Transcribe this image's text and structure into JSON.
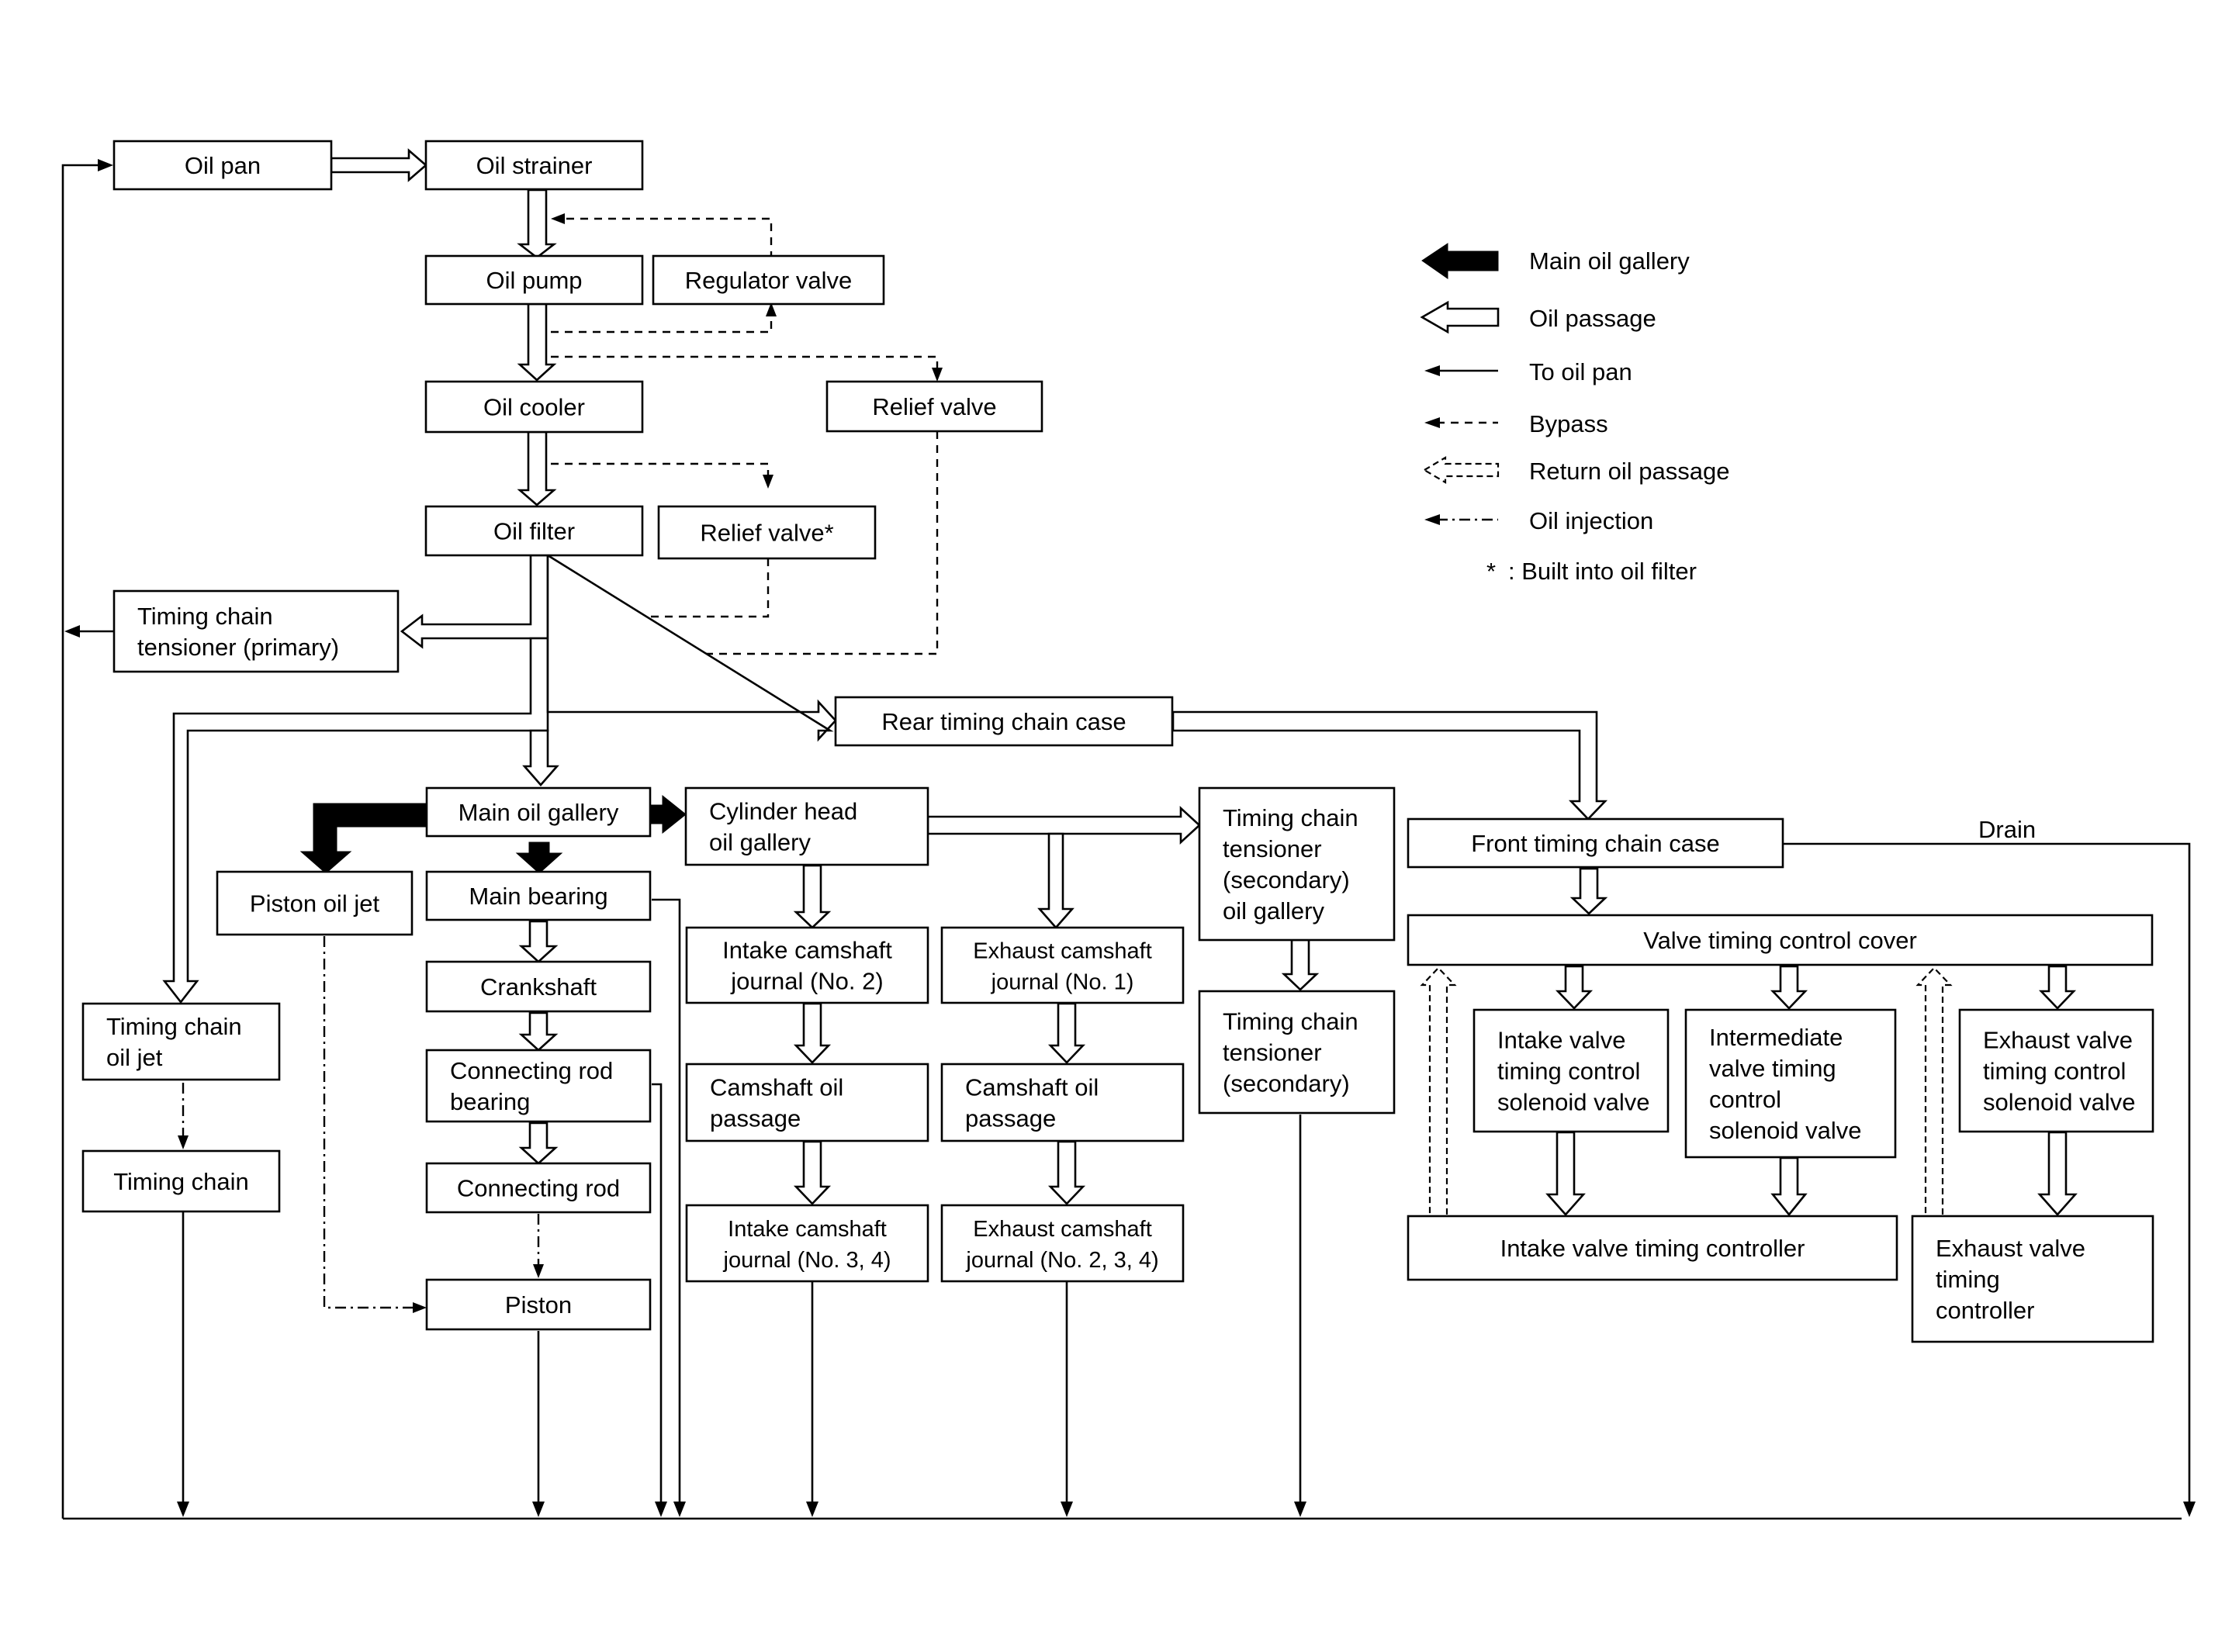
{
  "boxes": {
    "oil_pan": [
      "Oil pan"
    ],
    "oil_strainer": [
      "Oil strainer"
    ],
    "oil_pump": [
      "Oil pump"
    ],
    "regulator_valve": [
      "Regulator valve"
    ],
    "oil_cooler": [
      "Oil cooler"
    ],
    "relief_valve": [
      "Relief valve"
    ],
    "oil_filter": [
      "Oil filter"
    ],
    "relief_valve_star": [
      "Relief valve*"
    ],
    "tensioner_primary": [
      "Timing chain",
      "tensioner (primary)"
    ],
    "rear_case": [
      "Rear timing chain case"
    ],
    "main_gallery": [
      "Main oil gallery"
    ],
    "cyl_head_gallery": [
      "Cylinder head",
      "oil gallery"
    ],
    "tensioner_secondary_gallery": [
      "Timing chain",
      "tensioner",
      "(secondary)",
      "oil gallery"
    ],
    "front_case": [
      "Front timing chain case"
    ],
    "piston_jet": [
      "Piston oil jet"
    ],
    "main_bearing": [
      "Main bearing"
    ],
    "crankshaft": [
      "Crankshaft"
    ],
    "conrod_bearing": [
      "Connecting rod",
      "bearing"
    ],
    "conrod": [
      "Connecting rod"
    ],
    "piston": [
      "Piston"
    ],
    "chain_jet": [
      "Timing chain",
      "oil jet"
    ],
    "timing_chain": [
      "Timing chain"
    ],
    "intake_journal_2": [
      "Intake camshaft",
      "journal (No. 2)"
    ],
    "exhaust_journal_1": [
      "Exhaust camshaft",
      "journal (No. 1)"
    ],
    "cam_passage_in": [
      "Camshaft oil",
      "passage"
    ],
    "cam_passage_ex": [
      "Camshaft oil",
      "passage"
    ],
    "intake_journal_34": [
      "Intake camshaft",
      "journal (No. 3, 4)"
    ],
    "exhaust_journal_234": [
      "Exhaust camshaft",
      "journal (No. 2, 3, 4)"
    ],
    "tensioner_secondary": [
      "Timing chain",
      "tensioner",
      "(secondary)"
    ],
    "vtc_cover": [
      "Valve timing control cover"
    ],
    "intake_solenoid": [
      "Intake valve",
      "timing control",
      "solenoid valve"
    ],
    "intermediate_solenoid": [
      "Intermediate",
      "valve timing",
      "control",
      "solenoid valve"
    ],
    "exhaust_solenoid": [
      "Exhaust valve",
      "timing control",
      "solenoid valve"
    ],
    "intake_controller": [
      "Intake valve timing controller"
    ],
    "exhaust_controller": [
      "Exhaust valve",
      "timing",
      "controller"
    ]
  },
  "drain_label": "Drain",
  "legend": {
    "items": [
      {
        "icon": "solid-thick-arrow-icon",
        "label": "Main oil gallery"
      },
      {
        "icon": "hollow-arrow-icon",
        "label": "Oil passage"
      },
      {
        "icon": "thin-arrow-icon",
        "label": "To oil pan"
      },
      {
        "icon": "dashed-arrow-icon",
        "label": "Bypass"
      },
      {
        "icon": "dashed-hollow-arrow-icon",
        "label": "Return oil passage"
      },
      {
        "icon": "dash-dot-arrow-icon",
        "label": "Oil injection"
      }
    ],
    "note_star": "*",
    "note": ": Built into oil filter"
  }
}
